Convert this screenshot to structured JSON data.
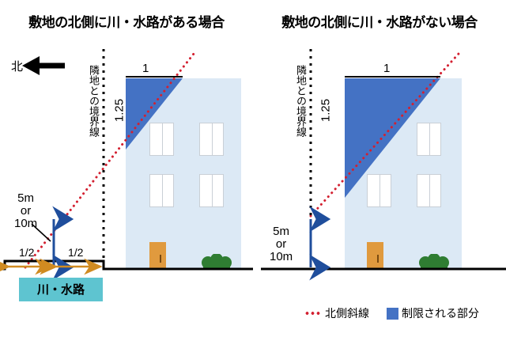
{
  "panels": [
    {
      "title": "敷地の北側に川・水路がある場合",
      "north_label": "北",
      "boundary_label": "隣地との境界線",
      "slope_run_label": "1",
      "slope_rise_label": "1.25",
      "setback_label": "5m\nor\n10m",
      "setback_line1": "5m",
      "setback_line2": "or",
      "setback_line3": "10m",
      "half_left_label": "1/2",
      "half_right_label": "1/2",
      "river_label": "川・水路"
    },
    {
      "title": "敷地の北側に川・水路がない場合",
      "boundary_label": "隣地との境界線",
      "slope_run_label": "1",
      "slope_rise_label": "1.25",
      "setback_line1": "5m",
      "setback_line2": "or",
      "setback_line3": "10m"
    }
  ],
  "legend": {
    "slope_line_label": "北側斜線",
    "restricted_area_label": "制限される部分"
  },
  "colors": {
    "restricted_fill": "#4472c4",
    "slope_line": "#d32030",
    "building_fill": "#dce9f5",
    "river_fill": "#5ec4d0",
    "door_fill": "#e09a3e",
    "bush_fill": "#2f7d32",
    "measure_arrow": "#1f4e9c",
    "half_arrow": "#d08b21",
    "ground": "#000000"
  }
}
